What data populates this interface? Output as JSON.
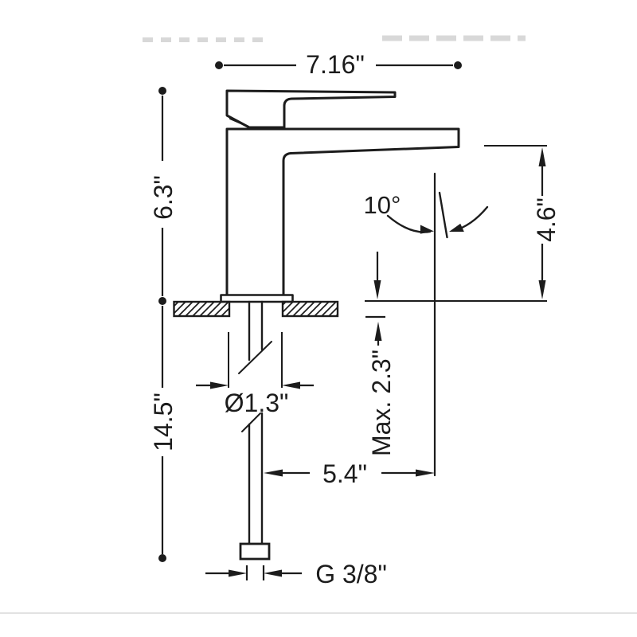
{
  "drawing": {
    "subject": "single-handle-faucet-side-elevation-dimension-drawing",
    "colors": {
      "line": "#1c1c1c",
      "background": "#ffffff",
      "faded_marks": "#d8d8d8",
      "page_rule": "#e2e2e2"
    },
    "dims": {
      "width": "7.16\"",
      "height": "6.3\"",
      "below_counter": "14.5\"",
      "spout_to_counter": "4.6\"",
      "angle": "10°",
      "max_deck": "Max. 2.3\"",
      "diameter": "Ø1.3\"",
      "reach": "5.4\"",
      "thread": "G 3/8\""
    }
  }
}
